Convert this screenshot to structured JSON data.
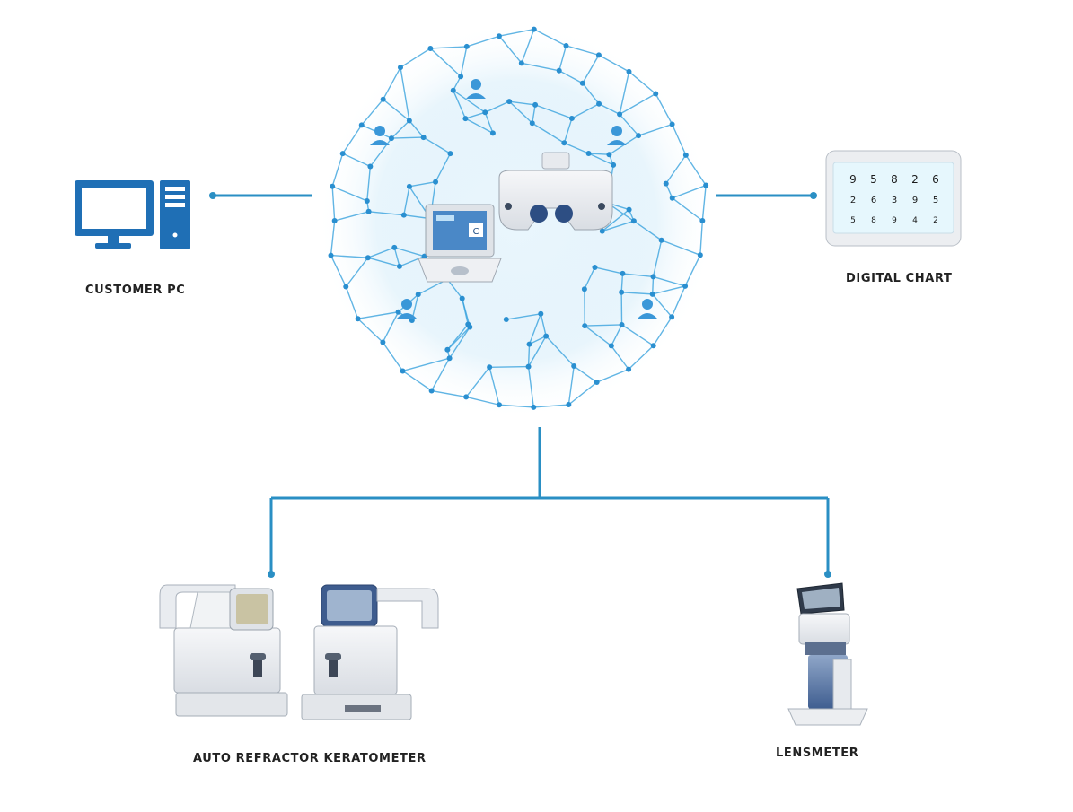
{
  "labels": {
    "customer_pc": "CUSTOMER PC",
    "digital_chart": "DIGITAL CHART",
    "auto_refractor": "AUTO REFRACTOR KERATOMETER",
    "lensmeter": "LENSMETER"
  },
  "chart_display": {
    "rows": [
      [
        "9",
        "5",
        "8",
        "2",
        "6"
      ],
      [
        "2",
        "6",
        "3",
        "9",
        "5"
      ],
      [
        "5",
        "8",
        "9",
        "4",
        "2"
      ]
    ]
  },
  "colors": {
    "connector": "#2a8fc4",
    "network": "#3aa3dd",
    "icon": "#1f6fb5",
    "label": "#222222"
  }
}
